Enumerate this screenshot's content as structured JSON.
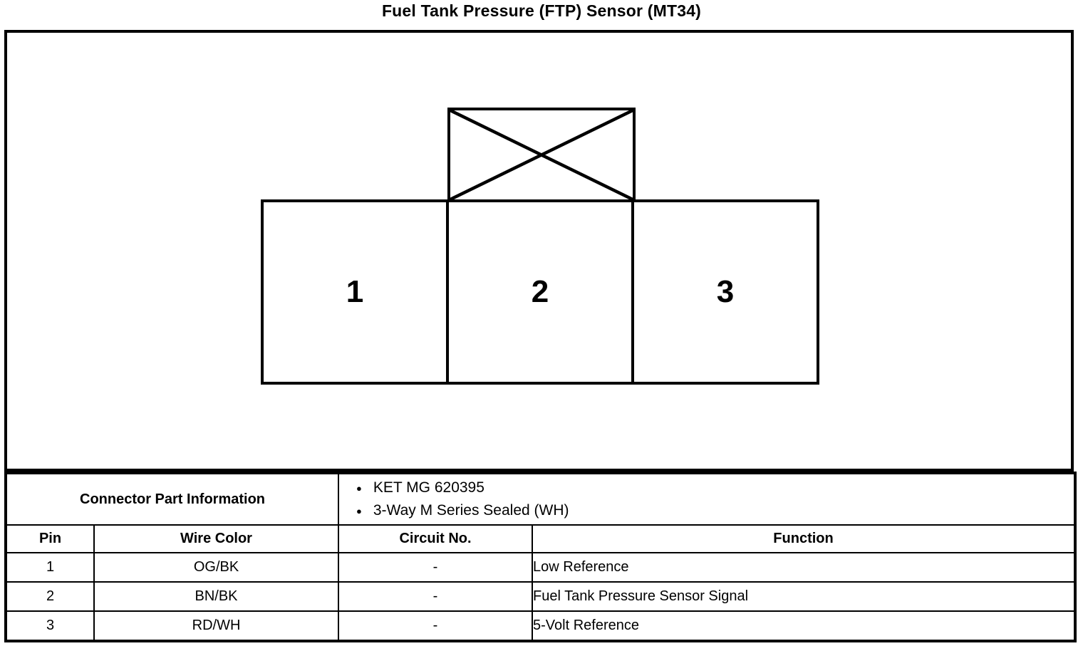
{
  "title": "Fuel Tank Pressure (FTP) Sensor (MT34)",
  "connector": {
    "pins": [
      "1",
      "2",
      "3"
    ]
  },
  "part_info": {
    "label": "Connector Part Information",
    "bullets": [
      "KET MG 620395",
      "3-Way M Series Sealed (WH)"
    ]
  },
  "pin_table": {
    "headers": [
      "Pin",
      "Wire Color",
      "Circuit No.",
      "Function"
    ],
    "rows": [
      {
        "pin": "1",
        "wire_color": "OG/BK",
        "circuit_no": "-",
        "function": "Low Reference"
      },
      {
        "pin": "2",
        "wire_color": "BN/BK",
        "circuit_no": "-",
        "function": "Fuel Tank Pressure Sensor Signal"
      },
      {
        "pin": "3",
        "wire_color": "RD/WH",
        "circuit_no": "-",
        "function": "5-Volt Reference"
      }
    ]
  },
  "colors": {
    "line": "#000000",
    "background": "#ffffff"
  }
}
